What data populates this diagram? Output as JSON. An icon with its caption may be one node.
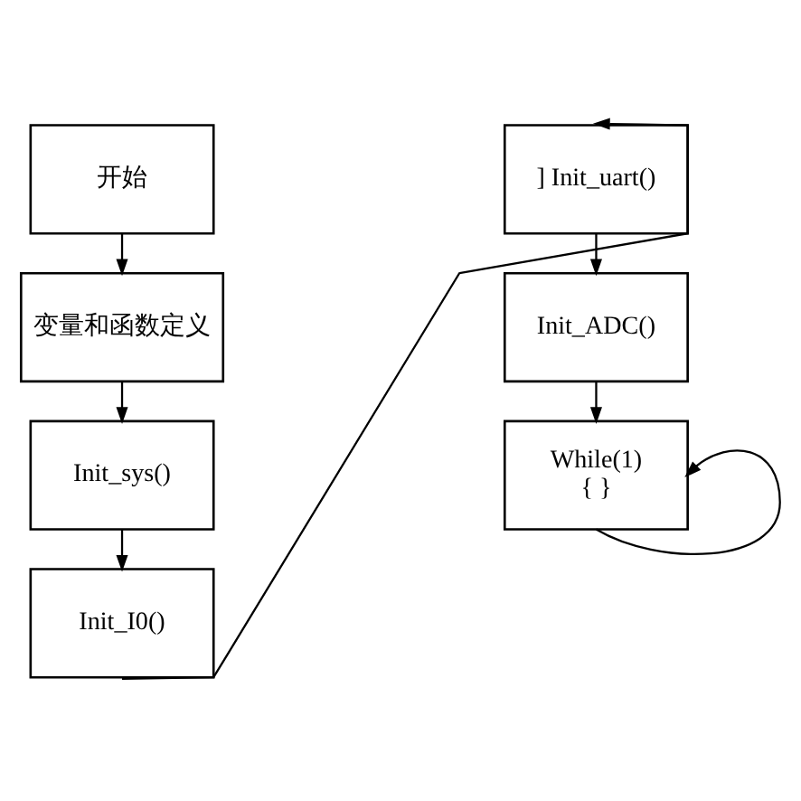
{
  "diagram": {
    "nodes": [
      {
        "text": [
          "开始"
        ]
      },
      {
        "text": [
          "变量和函数定义"
        ]
      },
      {
        "text": [
          "Init_sys()"
        ]
      },
      {
        "text": [
          "Init_I0()"
        ]
      },
      {
        "text": [
          "] Init_uart()"
        ]
      },
      {
        "text": [
          "Init_ADC()"
        ]
      },
      {
        "text": [
          "While(1)",
          "{ }"
        ]
      }
    ],
    "edges": [
      {
        "from": 0,
        "to": 1,
        "arrow": "to"
      },
      {
        "from": 1,
        "to": 2,
        "arrow": "to"
      },
      {
        "from": 2,
        "to": 3,
        "arrow": "to"
      },
      {
        "from": 3,
        "to": 4,
        "arrow": "to"
      },
      {
        "from": 4,
        "to": 5,
        "arrow": "to"
      },
      {
        "from": 5,
        "to": 6,
        "arrow": "to"
      },
      {
        "from": 6,
        "to": 6,
        "arrow": "to"
      }
    ]
  }
}
